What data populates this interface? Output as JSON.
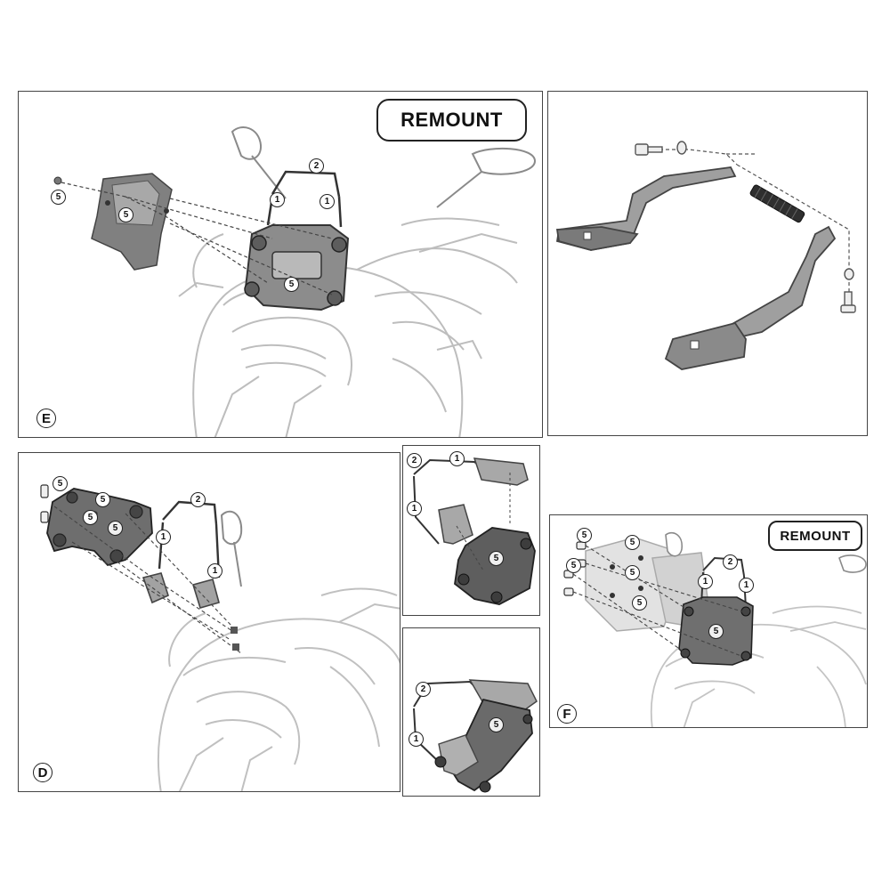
{
  "panels": {
    "e": {
      "step_label": "E",
      "badge": "REMOUNT",
      "callouts": [
        "5",
        "5",
        "5",
        "2",
        "1",
        "1"
      ]
    },
    "exploded": {},
    "d": {
      "step_label": "D",
      "callouts": [
        "5",
        "5",
        "5",
        "5",
        "2",
        "1",
        "1"
      ]
    },
    "detail_top": {
      "callouts": [
        "2",
        "1",
        "1",
        "5"
      ]
    },
    "detail_bottom": {
      "callouts": [
        "2",
        "1",
        "5"
      ]
    },
    "f": {
      "step_label": "F",
      "badge": "REMOUNT",
      "callouts": [
        "5",
        "5",
        "5",
        "5",
        "5",
        "2",
        "1",
        "1",
        "5"
      ]
    }
  },
  "colors": {
    "line": "#555555",
    "part_dark": "#6e6e6e",
    "part_mid": "#9a9a9a",
    "part_light": "#d6d6d6",
    "sketch": "#b9b9b9"
  }
}
